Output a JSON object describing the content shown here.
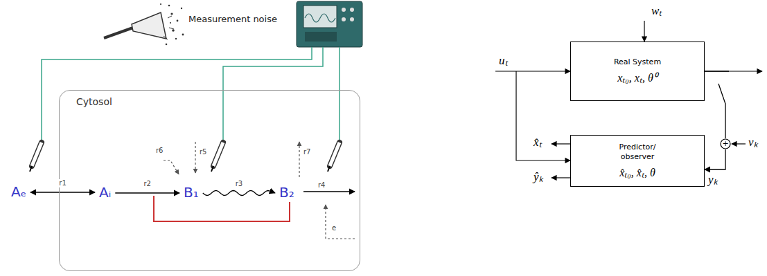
{
  "diagram": {
    "nodes": [
      {
        "text": [
          "Cytosol"
        ]
      },
      {
        "text": [
          "Aₑ"
        ]
      },
      {
        "text": [
          "Aᵢ"
        ],
        "in": 0
      },
      {
        "text": [
          "B₁"
        ],
        "in": 0
      },
      {
        "text": [
          "B₂"
        ],
        "in": 0
      },
      {
        "text": [
          "Real System",
          "xₜ₀, xₜ, θ⁰"
        ]
      },
      {
        "text": [
          "Predictor/ observer",
          "x̂ₜ₀, x̂ₜ, θ"
        ]
      },
      {
        "text": [
          "+"
        ]
      }
    ],
    "edges": [
      {
        "from": 1,
        "to": 2,
        "arrow": "both",
        "label": "r1"
      },
      {
        "from": 2,
        "to": 3,
        "arrow": "to",
        "label": "r2"
      },
      {
        "from": 3,
        "to": 4,
        "arrow": "to",
        "label": "r3"
      },
      {
        "from": 5,
        "to": 7,
        "arrow": "none"
      },
      {
        "from": 7,
        "to": 6,
        "arrow": "to"
      }
    ],
    "labels": [
      "Measurement noise",
      "r4",
      "r5",
      "r6",
      "r7",
      "e",
      "uₜ",
      "wₜ",
      "x̂ₜ",
      "ŷₖ",
      "yₖ",
      "vₖ"
    ]
  }
}
